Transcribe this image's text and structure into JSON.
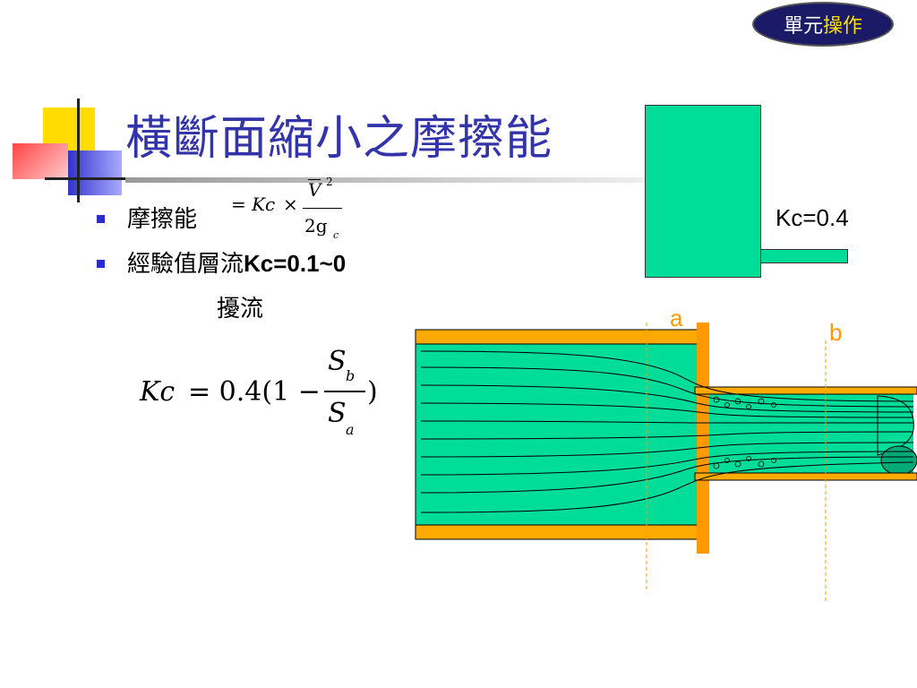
{
  "unit_button": {
    "label_a": "單元",
    "label_b": "操作"
  },
  "title": "橫斷面縮小之摩擦能",
  "bullets": [
    {
      "text": "摩擦能"
    },
    {
      "text_a": "經驗值層流",
      "text_b": "Kc=0.1~0"
    }
  ],
  "bullet_continuation": "擾流",
  "formula_friction": {
    "lhs": "= Kc",
    "times": "×",
    "numerator": "V",
    "numerator_sup": "2",
    "denominator": "2g",
    "denominator_sub": "c"
  },
  "formula_kc": {
    "lhs": "Kc",
    "mid": "= 0.4(1 −",
    "num": "S",
    "num_sub": "b",
    "den": "S",
    "den_sub": "a",
    "close": ")"
  },
  "diagram": {
    "kc_value": "Kc=0.4",
    "marker_a": "a",
    "marker_b": "b",
    "colors": {
      "fluid": "#00dd99",
      "wall": "#ffaa00",
      "marker": "#ff9900"
    }
  }
}
